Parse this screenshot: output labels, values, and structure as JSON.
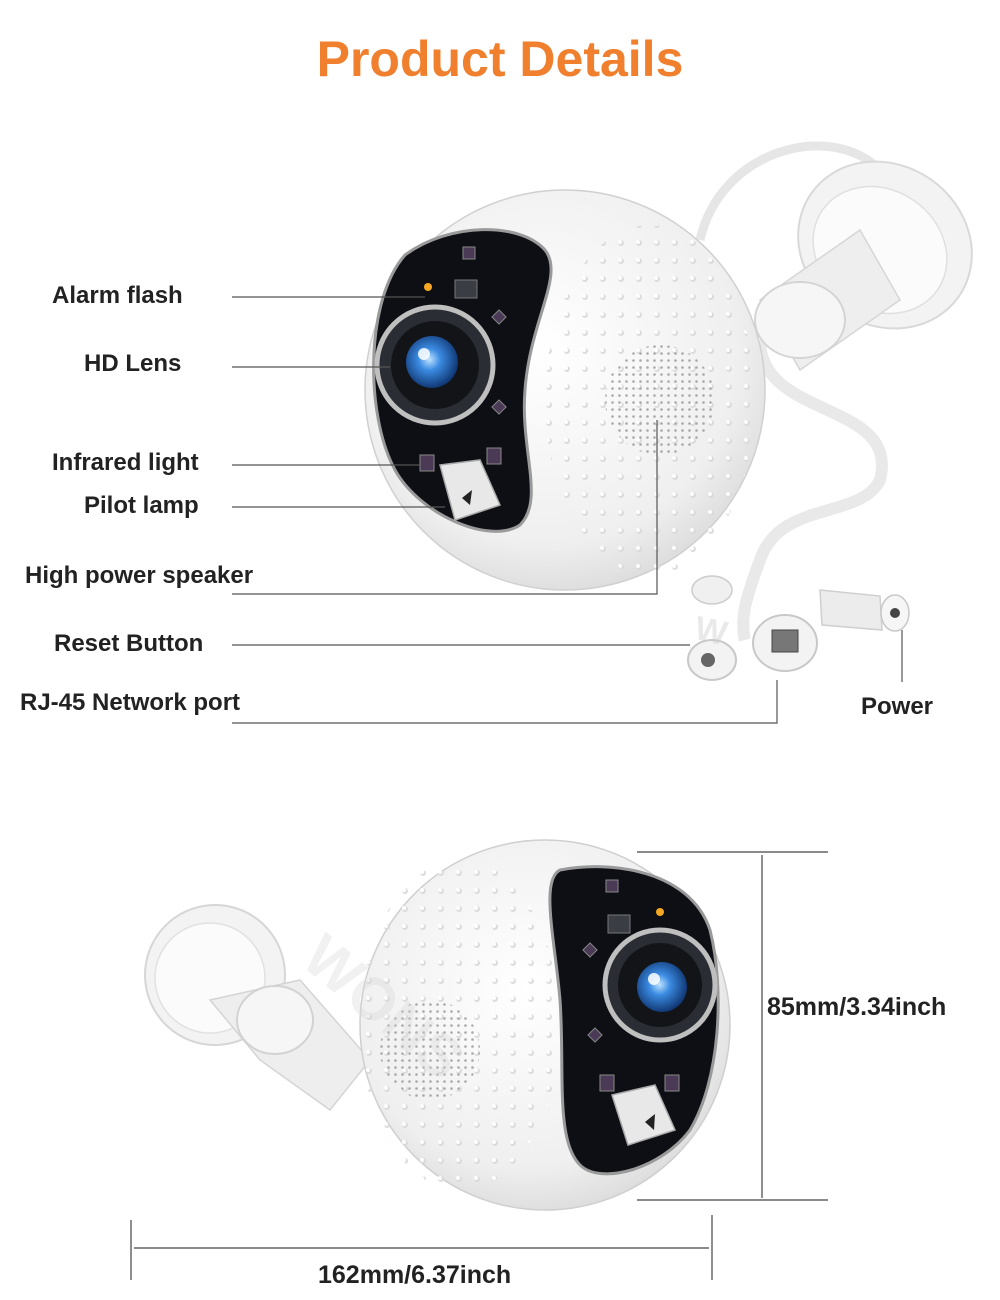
{
  "header": {
    "title": "Product Details",
    "title_color": "#f07f2e"
  },
  "callouts": [
    {
      "label": "Alarm flash"
    },
    {
      "label": "HD Lens"
    },
    {
      "label": "Infrared light"
    },
    {
      "label": "Pilot lamp"
    },
    {
      "label": "High power speaker"
    },
    {
      "label": "Reset Button"
    },
    {
      "label": "RJ-45 Network port"
    },
    {
      "label": "Power"
    }
  ],
  "dimensions": {
    "height": "85mm/3.34inch",
    "width": "162mm/6.37inch"
  },
  "watermark": "WONSDAR",
  "colors": {
    "camera_body": "#f4f4f4",
    "lens_panel": "#0d0f14",
    "lens_blue": "#2f78d6",
    "led_amber": "#f5a623"
  }
}
